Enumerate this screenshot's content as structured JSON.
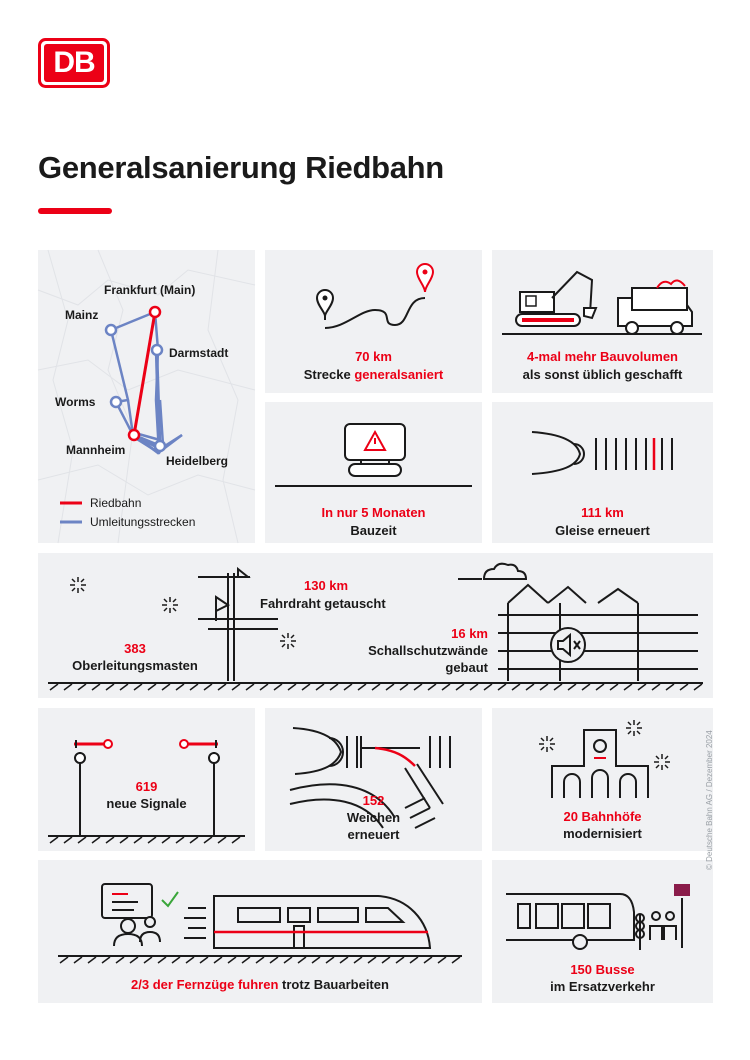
{
  "brand": {
    "logo_text": "DB",
    "accent_color": "#ec0016",
    "secondary_color": "#6c84c4"
  },
  "title": "Generalsanierung Riedbahn",
  "map": {
    "cities": {
      "frankfurt": "Frankfurt (Main)",
      "mainz": "Mainz",
      "darmstadt": "Darmstadt",
      "worms": "Worms",
      "mannheim": "Mannheim",
      "heidelberg": "Heidelberg"
    },
    "legend": {
      "riedbahn": "Riedbahn",
      "umleitung": "Umleitungsstrecken"
    }
  },
  "stats": {
    "strecke": {
      "value": "70 km",
      "text": "Strecke",
      "highlight": "generalsaniert"
    },
    "bauvolumen": {
      "line1": "4-mal mehr Bauvolumen",
      "line2": "als sonst üblich geschafft"
    },
    "bauzeit": {
      "line1": "In nur 5 Monaten",
      "line2": "Bauzeit"
    },
    "gleise": {
      "value": "111 km",
      "text": "Gleise erneuert"
    },
    "masten": {
      "value": "383",
      "text": "Oberleitungsmasten"
    },
    "fahrdraht": {
      "value": "130 km",
      "text": "Fahrdraht getauscht"
    },
    "schallschutz": {
      "value": "16 km",
      "line1": "Schallschutzwände",
      "line2": "gebaut"
    },
    "signale": {
      "value": "619",
      "text": "neue Signale"
    },
    "weichen": {
      "value": "152",
      "line1": "Weichen",
      "line2": "erneuert"
    },
    "bahnhoefe": {
      "value": "20 Bahnhöfe",
      "text": "modernisiert"
    },
    "fernzuege": {
      "highlight": "2/3 der Fernzüge fuhren",
      "text": " trotz Bauarbeiten"
    },
    "busse": {
      "value": "150 Busse",
      "text": "im Ersatzverkehr"
    }
  },
  "copyright": "© Deutsche Bahn AG / Dezember 2024"
}
